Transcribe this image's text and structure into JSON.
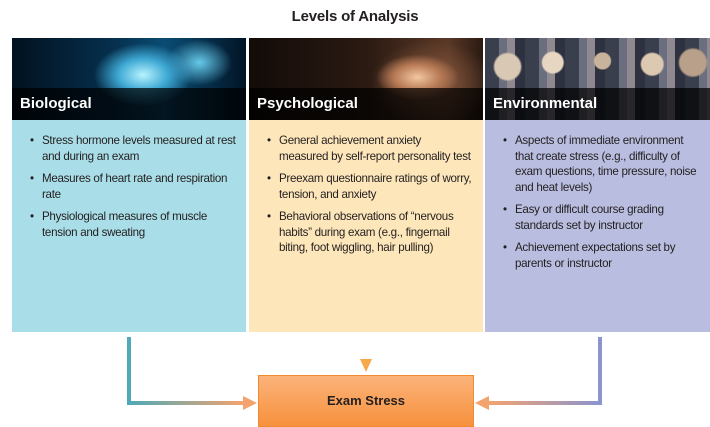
{
  "title": "Levels of Analysis",
  "panels": [
    {
      "label": "Biological",
      "color": "#a9dde7",
      "items": [
        "Stress hormone levels measured at rest and during an exam",
        "Measures of heart rate and respiration rate",
        "Physiological measures of muscle tension and sweating"
      ]
    },
    {
      "label": "Psychological",
      "color": "#fde6ba",
      "items": [
        "General achievement anxiety measured by self-report personality test",
        "Preexam questionnaire ratings of worry, tension, and anxiety",
        "Behavioral observations of “nervous habits” during exam (e.g., fingernail biting, foot wiggling, hair pulling)"
      ]
    },
    {
      "label": "Environmental",
      "color": "#b9bddf",
      "items": [
        "Aspects of immediate environment that create stress (e.g., difficulty of exam questions, time pressure, noise and heat levels)",
        "Easy or difficult course grading standards set by instructor",
        "Achievement expectations set by parents or instructor"
      ]
    }
  ],
  "result": {
    "label": "Exam Stress",
    "color": "#f7913d"
  },
  "icons": {
    "bullet": "bullet-icon",
    "arrow": "arrow-icon"
  }
}
